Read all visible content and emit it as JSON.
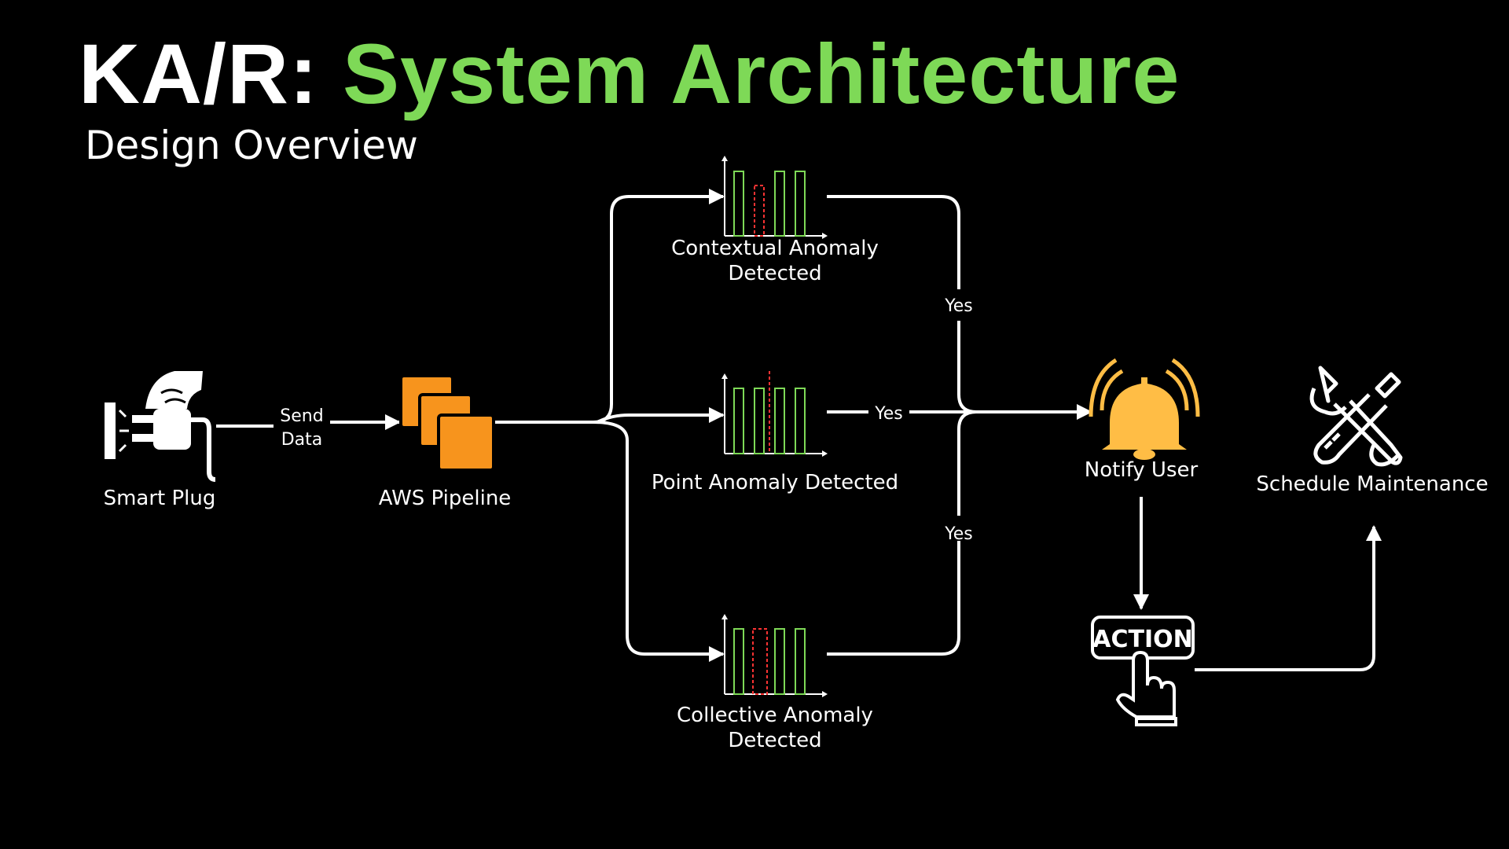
{
  "title": {
    "prefix": "KA/R:",
    "main": "System Architecture"
  },
  "subtitle": "Design Overview",
  "colors": {
    "accent": "#7ed957",
    "aws_orange": "#f7941d",
    "bell": "#ffbd45",
    "anomaly": "#ff3333",
    "bars": "#7ed957"
  },
  "nodes": {
    "smart_plug": {
      "label": "Smart Plug",
      "icon": "plug-icon"
    },
    "aws": {
      "label": "AWS Pipeline",
      "icon": "aws-stack-icon"
    },
    "contextual": {
      "label_line1": "Contextual Anomaly",
      "label_line2": "Detected",
      "icon": "bar-chart-icon"
    },
    "point": {
      "label": "Point Anomaly Detected",
      "icon": "bar-chart-icon"
    },
    "collective": {
      "label_line1": "Collective Anomaly",
      "label_line2": "Detected",
      "icon": "bar-chart-icon"
    },
    "notify": {
      "label": "Notify User",
      "icon": "bell-icon"
    },
    "schedule": {
      "label": "Schedule Maintenance",
      "icon": "tools-icon"
    },
    "action": {
      "label": "ACTION",
      "icon": "pointer-hand-icon"
    }
  },
  "edges": {
    "send_data_line1": "Send",
    "send_data_line2": "Data",
    "yes_top": "Yes",
    "yes_mid": "Yes",
    "yes_bottom": "Yes"
  }
}
